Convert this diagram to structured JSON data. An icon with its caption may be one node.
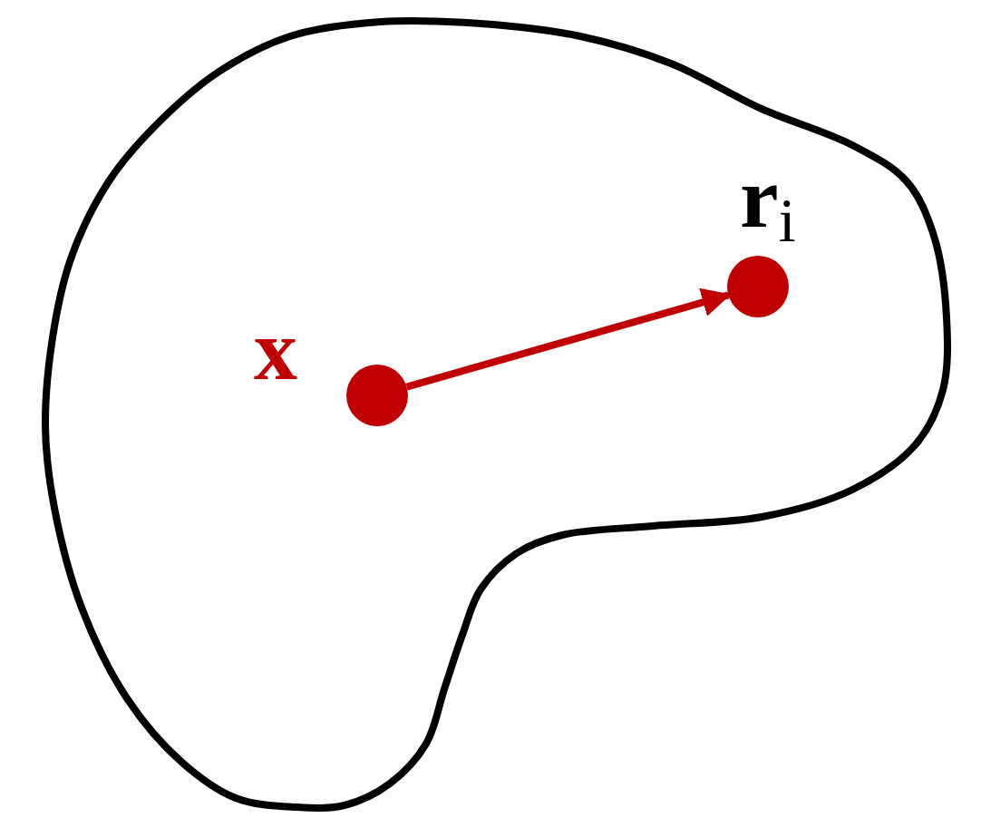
{
  "diagram": {
    "nodes": [
      {
        "text": [
          "x"
        ]
      },
      {
        "text": [
          "**r**$_{i}$"
        ]
      }
    ],
    "edges": [
      {
        "from": 0,
        "to": 1,
        "arrow": "to"
      }
    ]
  }
}
